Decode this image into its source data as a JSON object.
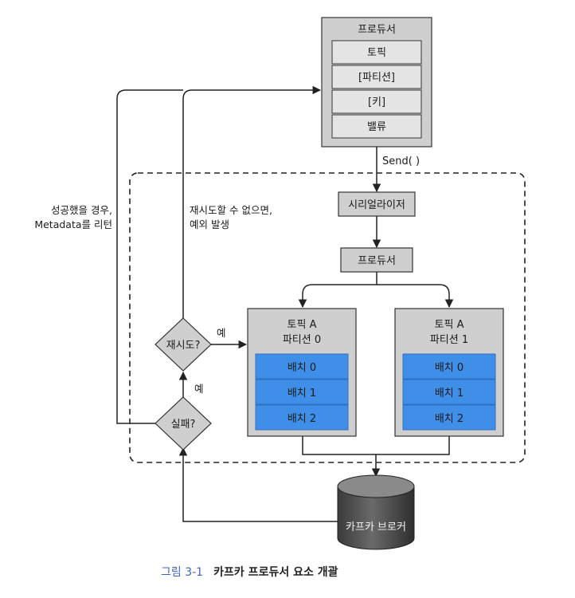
{
  "producer": {
    "title": "프로듀서",
    "fields": [
      "토픽",
      "[파티션]",
      "[키]",
      "밸류"
    ]
  },
  "send_label": "Send( )",
  "serializer": "시리얼라이저",
  "partitioner": "프로듀서",
  "partitions": [
    {
      "topic": "토픽 A",
      "partition": "파티션 0",
      "batches": [
        "배치 0",
        "배치 1",
        "배치 2"
      ]
    },
    {
      "topic": "토픽 A",
      "partition": "파티션 1",
      "batches": [
        "배치 0",
        "배치 1",
        "배치 2"
      ]
    }
  ],
  "decisions": {
    "retry": "재시도?",
    "fail": "실패?"
  },
  "edge_labels": {
    "yes_retry": "예",
    "yes_fail": "예"
  },
  "notes": {
    "success_line1": "성공했을 경우,",
    "success_line2": "Metadata를 리턴",
    "error_line1": "재시도할 수 없으면,",
    "error_line2": "예외 발생"
  },
  "broker": "카프카 브로커",
  "caption": {
    "number": "그림 3-1",
    "title": "카프카 프로듀서 요소 개괄"
  },
  "colors": {
    "box_fill": "#d9d9d9",
    "batch_fill": "#3f8ee8",
    "caption_accent": "#3f67b5"
  }
}
